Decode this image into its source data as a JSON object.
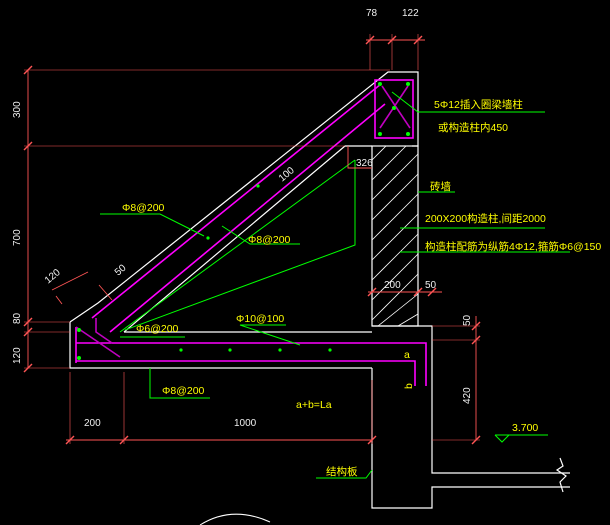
{
  "colors": {
    "background": "#000000",
    "outline": "#ffffff",
    "rebar": "#ff00ff",
    "rebar_inner": "#c000c0",
    "leader": "#00ff00",
    "dimension": "#ff5555",
    "text": "#ffff00",
    "dim_text": "#f0f0f0",
    "hatch": "#ffffff"
  },
  "dimensions": {
    "top_78": "78",
    "top_122": "122",
    "left_300": "300",
    "left_700": "700",
    "left_80": "80",
    "left_120": "120",
    "diag_120": "120",
    "diag_50": "50",
    "diag_100": "100",
    "cut_326": "326",
    "wall_200": "200",
    "wall_50": "50",
    "right_50": "50",
    "right_420": "420",
    "bottom_200": "200",
    "bottom_1000": "1000"
  },
  "annotations": {
    "corner_col_line1": "5Φ12插入圈梁墙柱",
    "corner_col_line2": "或构造柱内450",
    "wall_label": "砖墙",
    "col_line1": "200X200构造柱,间距2000",
    "col_line2": "构造柱配筋为纵筋4Φ12,箍筋Φ6@150",
    "bar_diag_1": "Φ8@200",
    "bar_diag_2": "Φ8@200",
    "bar_slab_1": "Φ6@200",
    "bar_slab_2": "Φ10@100",
    "bar_bottom": "Φ8@200",
    "formula": "a+b=La",
    "label_a": "a",
    "label_b": "b",
    "elevation": "3.700",
    "struct_label": "结构板"
  }
}
